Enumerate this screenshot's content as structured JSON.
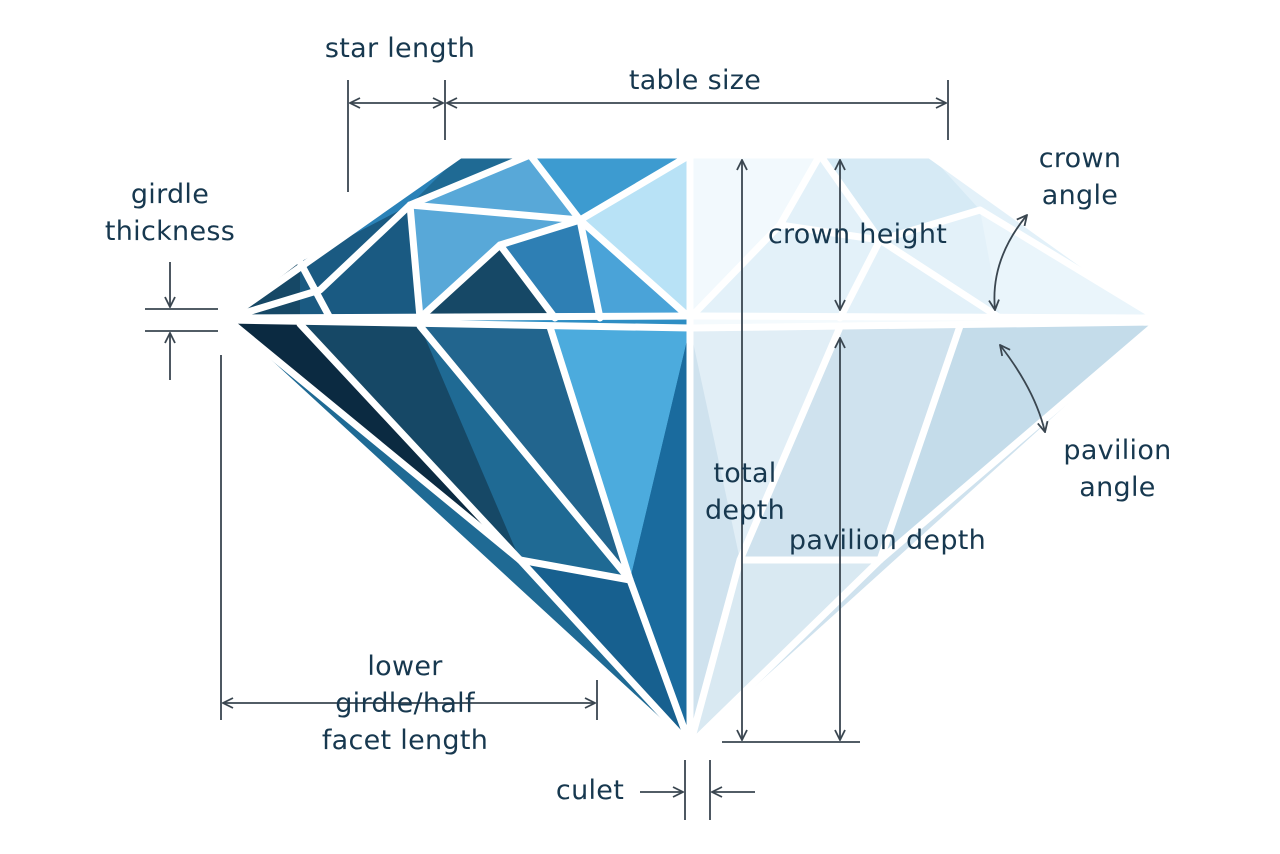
{
  "labels": {
    "star_length": "star length",
    "table_size": "table size",
    "crown_angle": [
      "crown",
      "angle"
    ],
    "girdle_thickness": [
      "girdle",
      "thickness"
    ],
    "crown_height": "crown height",
    "pavilion_angle": [
      "pavilion",
      "angle"
    ],
    "total_depth": [
      "total",
      "depth"
    ],
    "pavilion_depth": "pavilion depth",
    "lower_girdle": [
      "lower",
      "girdle/half",
      "facet length"
    ],
    "culet": "culet"
  },
  "colors": {
    "label": "#17384f",
    "dimension_line": "#3a4650",
    "facet_outline": "#ffffff",
    "blue_darkest": "#0b2a41",
    "blue_dark": "#164866",
    "blue_mid": "#1f6a94",
    "blue_bright": "#2e8ec4",
    "blue_light": "#58b4e2",
    "ice_light": "#d2e6f2",
    "ice_pale": "#ecf6fb"
  }
}
